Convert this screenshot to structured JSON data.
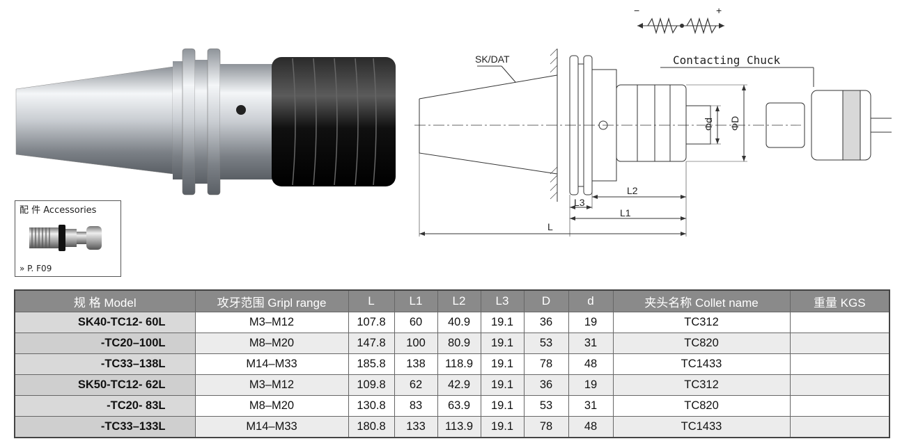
{
  "accessories": {
    "title": "配  件  Accessories",
    "reference": "» P. F09"
  },
  "drawing": {
    "taper_label": "SK/DAT",
    "minus": "−",
    "plus": "+",
    "contacting_chuck": "Contacting Chuck",
    "labels": {
      "d": "Φd",
      "D": "ΦD",
      "L": "L",
      "L1": "L1",
      "L2": "L2",
      "L3": "L3"
    }
  },
  "table": {
    "headers": [
      "规  格 Model",
      "攻牙范围    Gripl range",
      "L",
      "L1",
      "L2",
      "L3",
      "D",
      "d",
      "夹头名称 Collet name",
      "重量 KGS"
    ],
    "rows": [
      [
        "SK40-TC12-  60L",
        "M3–M12",
        "107.8",
        "60",
        "40.9",
        "19.1",
        "36",
        "19",
        "TC312",
        ""
      ],
      [
        "-TC20–100L",
        "M8–M20",
        "147.8",
        "100",
        "80.9",
        "19.1",
        "53",
        "31",
        "TC820",
        ""
      ],
      [
        "-TC33–138L",
        "M14–M33",
        "185.8",
        "138",
        "118.9",
        "19.1",
        "78",
        "48",
        "TC1433",
        ""
      ],
      [
        "SK50-TC12-  62L",
        "M3–M12",
        "109.8",
        "62",
        "42.9",
        "19.1",
        "36",
        "19",
        "TC312",
        ""
      ],
      [
        "-TC20-  83L",
        "M8–M20",
        "130.8",
        "83",
        "63.9",
        "19.1",
        "53",
        "31",
        "TC820",
        ""
      ],
      [
        "-TC33–133L",
        "M14–M33",
        "180.8",
        "133",
        "113.9",
        "19.1",
        "78",
        "48",
        "TC1433",
        ""
      ]
    ]
  },
  "colors": {
    "header_bg": "#8a8a8a",
    "model_bg": "#d9d9d9",
    "holder_black": "#111111",
    "steel": "#c8ccd0"
  },
  "icons": [
    "tool-holder-photo",
    "pull-stud-photo",
    "technical-drawing"
  ]
}
